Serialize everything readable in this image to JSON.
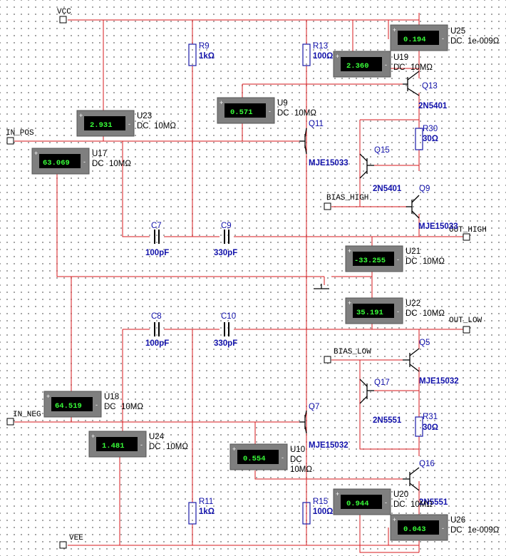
{
  "nets": {
    "vcc": "VCC",
    "vee": "VEE",
    "in_pos": "IN_POS",
    "in_neg": "IN_NEG",
    "bias_high": "BIAS_HIGH",
    "bias_low": "BIAS_LOW",
    "out_high": "OUT_HIGH",
    "out_low": "OUT_LOW"
  },
  "resistors": {
    "r9": {
      "ref": "R9",
      "value": "1kΩ"
    },
    "r13": {
      "ref": "R13",
      "value": "100Ω"
    },
    "r30": {
      "ref": "R30",
      "value": "30Ω"
    },
    "r11": {
      "ref": "R11",
      "value": "1kΩ"
    },
    "r15": {
      "ref": "R15",
      "value": "100Ω"
    },
    "r31": {
      "ref": "R31",
      "value": "30Ω"
    }
  },
  "capacitors": {
    "c7": {
      "ref": "C7",
      "value": "100pF"
    },
    "c9": {
      "ref": "C9",
      "value": "330pF"
    },
    "c8": {
      "ref": "C8",
      "value": "100pF"
    },
    "c10": {
      "ref": "C10",
      "value": "330pF"
    }
  },
  "transistors": {
    "q13": {
      "ref": "Q13",
      "model": "2N5401"
    },
    "q11": {
      "ref": "Q11",
      "model": "MJE15033"
    },
    "q15": {
      "ref": "Q15",
      "model": "2N5401"
    },
    "q9": {
      "ref": "Q9",
      "model": "MJE15033"
    },
    "q5": {
      "ref": "Q5",
      "model": "MJE15032"
    },
    "q17": {
      "ref": "Q17",
      "model": "2N5551"
    },
    "q7": {
      "ref": "Q7",
      "model": "MJE15032"
    },
    "q16": {
      "ref": "Q16",
      "model": "2N5551"
    }
  },
  "meters": {
    "u25": {
      "ref": "U25",
      "reading": "0.194",
      "mode": "DC",
      "impedance": "1e-009Ω"
    },
    "u19": {
      "ref": "U19",
      "reading": "2.360",
      "mode": "DC",
      "impedance": "10MΩ"
    },
    "u9": {
      "ref": "U9",
      "reading": "0.571",
      "mode": "DC",
      "impedance": "10MΩ"
    },
    "u23": {
      "ref": "U23",
      "reading": "2.931",
      "mode": "DC",
      "impedance": "10MΩ"
    },
    "u17": {
      "ref": "U17",
      "reading": "63.069",
      "mode": "DC",
      "impedance": "10MΩ"
    },
    "u21": {
      "ref": "U21",
      "reading": "-33.255",
      "mode": "DC",
      "impedance": "10MΩ"
    },
    "u22": {
      "ref": "U22",
      "reading": "35.191",
      "mode": "DC",
      "impedance": "10MΩ"
    },
    "u18": {
      "ref": "U18",
      "reading": "64.519",
      "mode": "DC",
      "impedance": "10MΩ"
    },
    "u24": {
      "ref": "U24",
      "reading": "1.481",
      "mode": "DC",
      "impedance": "10MΩ"
    },
    "u10": {
      "ref": "U10",
      "reading": "0.554",
      "mode": "DC",
      "impedance": "10MΩ"
    },
    "u20": {
      "ref": "U20",
      "reading": "0.944",
      "mode": "DC",
      "impedance": "10MΩ"
    },
    "u26": {
      "ref": "U26",
      "reading": "0.043",
      "mode": "DC",
      "impedance": "1e-009Ω"
    }
  },
  "colors": {
    "wire": "#d7191c",
    "component": "#1a1aa8",
    "meter_body": "#808080",
    "lcd_text": "#39ff39"
  }
}
